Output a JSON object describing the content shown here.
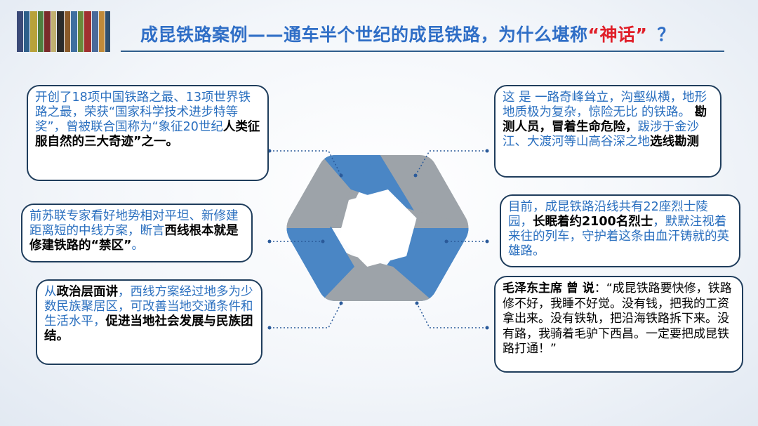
{
  "header": {
    "title_main": "成昆铁路案例——通车半个世纪的成昆铁路，为什么堪称",
    "title_quote": "“神话”",
    "title_end": "？"
  },
  "colors": {
    "title_blue": "#2f6ec6",
    "title_red": "#e0202a",
    "text_blue": "#2a6fbf",
    "segment_blue": "#4a86c5",
    "segment_gray": "#9da3a9"
  },
  "icons": {
    "logo": "books-logo-icon"
  },
  "boxes": {
    "b1": {
      "t1": "开创了18项中国铁路之最、13项世界铁路之最，荣获“国家科学技术进步特等奖”，曾被联合国称为“象征20世纪",
      "t2": "人类征服自然的三大奇迹”之一。"
    },
    "b2": {
      "t1": "这 是 一路奇峰耸立，沟壑纵横，地形地质极为复杂，惊险无比 的铁路。",
      "t2": "勘测人员，冒着生命危险，",
      "t3": "跋涉于金沙江、大渡河等山高谷深之地",
      "t4": "选线勘测"
    },
    "b3": {
      "t1": "前苏联专家看好地势相对平坦、新修建距离短的中线方案，断言",
      "t2": "西线根本就是修建铁路的“禁区”",
      "t3": "。"
    },
    "b4": {
      "t1": "目前，成昆铁路沿线共有22座烈士陵园，",
      "t2": "长眠着约2100名烈士",
      "t3": "，默默注视着来往的列车，守护着这条由血汗铸就的英雄路。"
    },
    "b5": {
      "t1": "从",
      "t2": "政治层面讲",
      "t3": "，西线方案经过地多为少数民族聚居区，可改善当地交通条件和生活水平，",
      "t4": "促进当地社会发展与民族团结。"
    },
    "b6": {
      "t1": "毛泽东主席 曾 说",
      "t2": "：“成昆铁路要快修，铁路修不好，我睡不好觉。没有钱，把我的工资拿出来。没有铁轨，把沿海铁路拆下来。没有路，我骑着毛驴下西昌。一定要把成昆铁路打通！”"
    }
  }
}
